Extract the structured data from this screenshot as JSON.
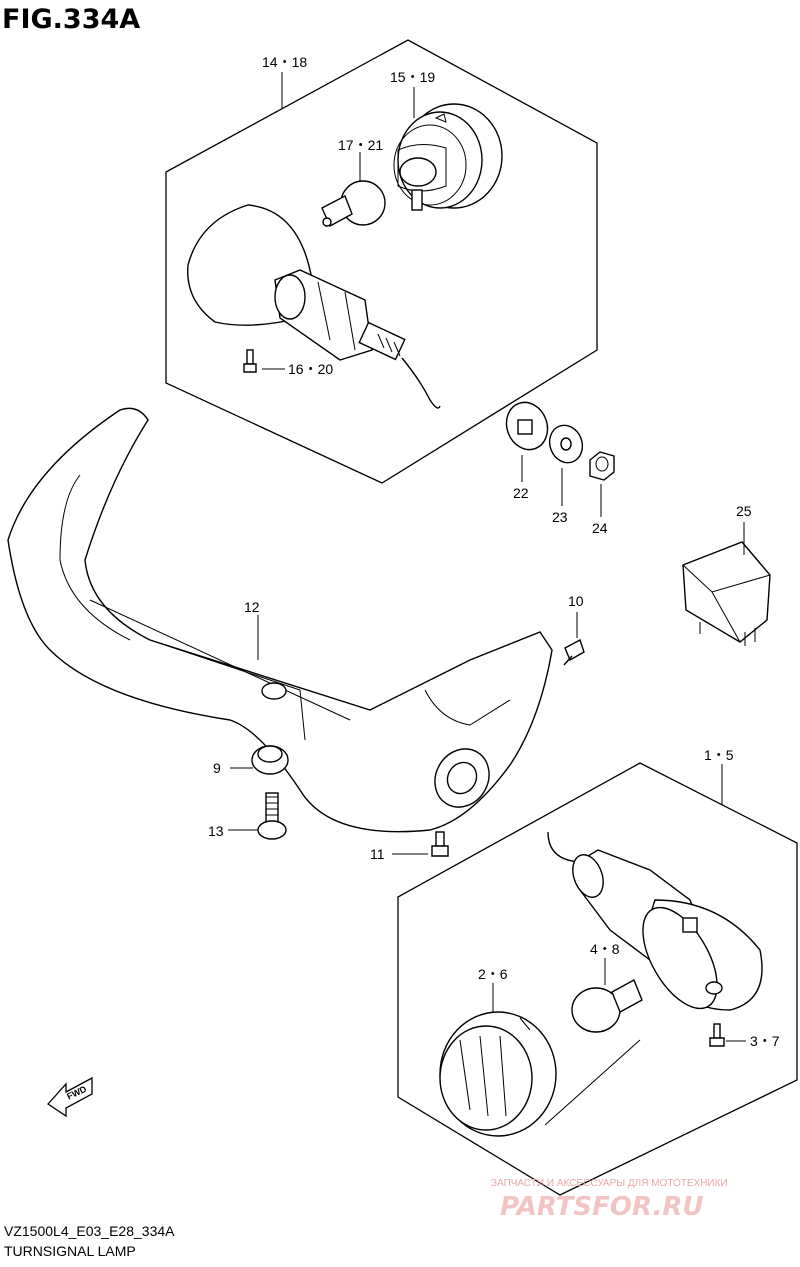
{
  "figure": {
    "title": "FIG.334A",
    "model_code": "VZ1500L4_E03_E28_334A",
    "caption": "TURNSIGNAL LAMP"
  },
  "callouts": {
    "c14_18": "14・18",
    "c15_19": "15・19",
    "c17_21": "17・21",
    "c16_20": "16・20",
    "c22": "22",
    "c23": "23",
    "c24": "24",
    "c25": "25",
    "c12": "12",
    "c10": "10",
    "c9": "9",
    "c13": "13",
    "c11": "11",
    "c1_5": "1・5",
    "c4_8": "4・8",
    "c2_6": "2・6",
    "c3_7": "3・7"
  },
  "fwd_label": "FWD",
  "watermark": {
    "tagline": "ЗАПЧАСТИ И АКСЕССУАРЫ ДЛЯ МОТОТЕХНИКИ",
    "brand": "PARTSFOR.RU"
  }
}
